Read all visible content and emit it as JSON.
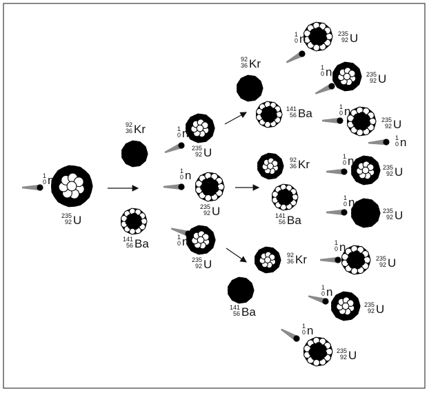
{
  "colors": {
    "frame": "#111111",
    "proton": "#000000",
    "neutron": "#ffffff",
    "beam": "#777777"
  },
  "isotopes": {
    "U235": {
      "sym": "U",
      "mass": "235",
      "z": "92"
    },
    "Kr92": {
      "sym": "Kr",
      "mass": "92",
      "z": "36"
    },
    "Ba141": {
      "sym": "Ba",
      "mass": "141",
      "z": "56"
    },
    "n": {
      "sym": "n",
      "mass": "1",
      "z": "0"
    }
  },
  "diagram": {
    "stages": [
      {
        "name": "initial-neutron-and-uranium"
      },
      {
        "name": "first-fission-products"
      },
      {
        "name": "second-generation-neutrons-and-uranium"
      },
      {
        "name": "second-fission-products"
      },
      {
        "name": "third-generation-neutrons-and-uranium"
      }
    ]
  }
}
